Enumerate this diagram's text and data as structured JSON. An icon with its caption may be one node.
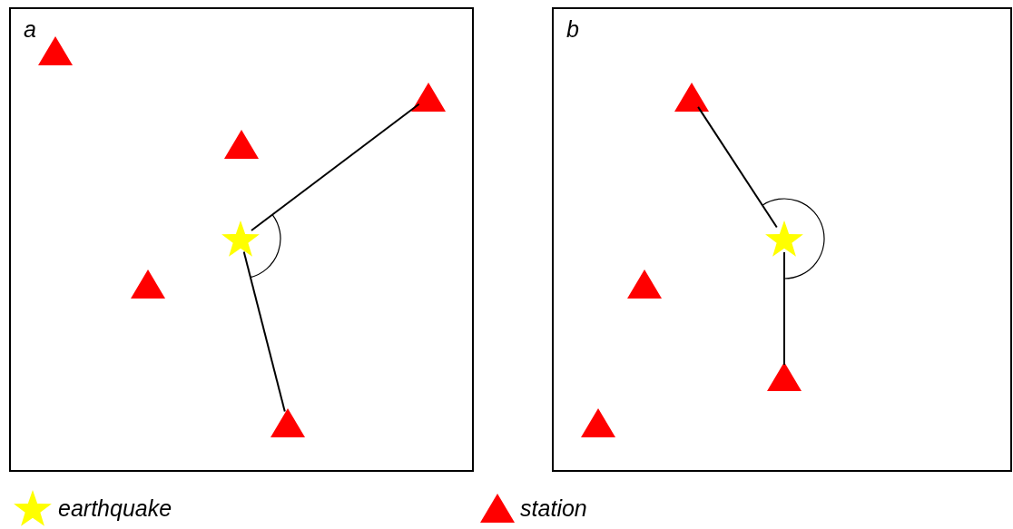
{
  "diagram": {
    "nodes": [
      {
        "text": [
          "a"
        ]
      },
      {
        "text": [],
        "shape": "triangle",
        "in": 0
      },
      {
        "text": [],
        "shape": "triangle",
        "in": 0
      },
      {
        "text": [],
        "shape": "triangle",
        "in": 0
      },
      {
        "text": [],
        "shape": "star",
        "in": 0
      },
      {
        "text": [],
        "shape": "triangle",
        "in": 0
      },
      {
        "text": [],
        "shape": "triangle",
        "in": 0
      },
      {
        "text": [
          "b"
        ]
      },
      {
        "text": [],
        "shape": "triangle",
        "in": 7
      },
      {
        "text": [],
        "shape": "star",
        "in": 7
      },
      {
        "text": [],
        "shape": "triangle",
        "in": 7
      },
      {
        "text": [],
        "shape": "triangle",
        "in": 7
      },
      {
        "text": [],
        "shape": "triangle",
        "in": 7
      }
    ],
    "edges": [
      {
        "from": 4,
        "to": 2,
        "arrow": "none"
      },
      {
        "from": 4,
        "to": 6,
        "arrow": "none"
      },
      {
        "from": 9,
        "to": 8,
        "arrow": "none"
      },
      {
        "from": 9,
        "to": 11,
        "arrow": "none"
      }
    ],
    "legend": [
      {
        "text": "earthquake"
      },
      {
        "text": "station"
      }
    ]
  }
}
